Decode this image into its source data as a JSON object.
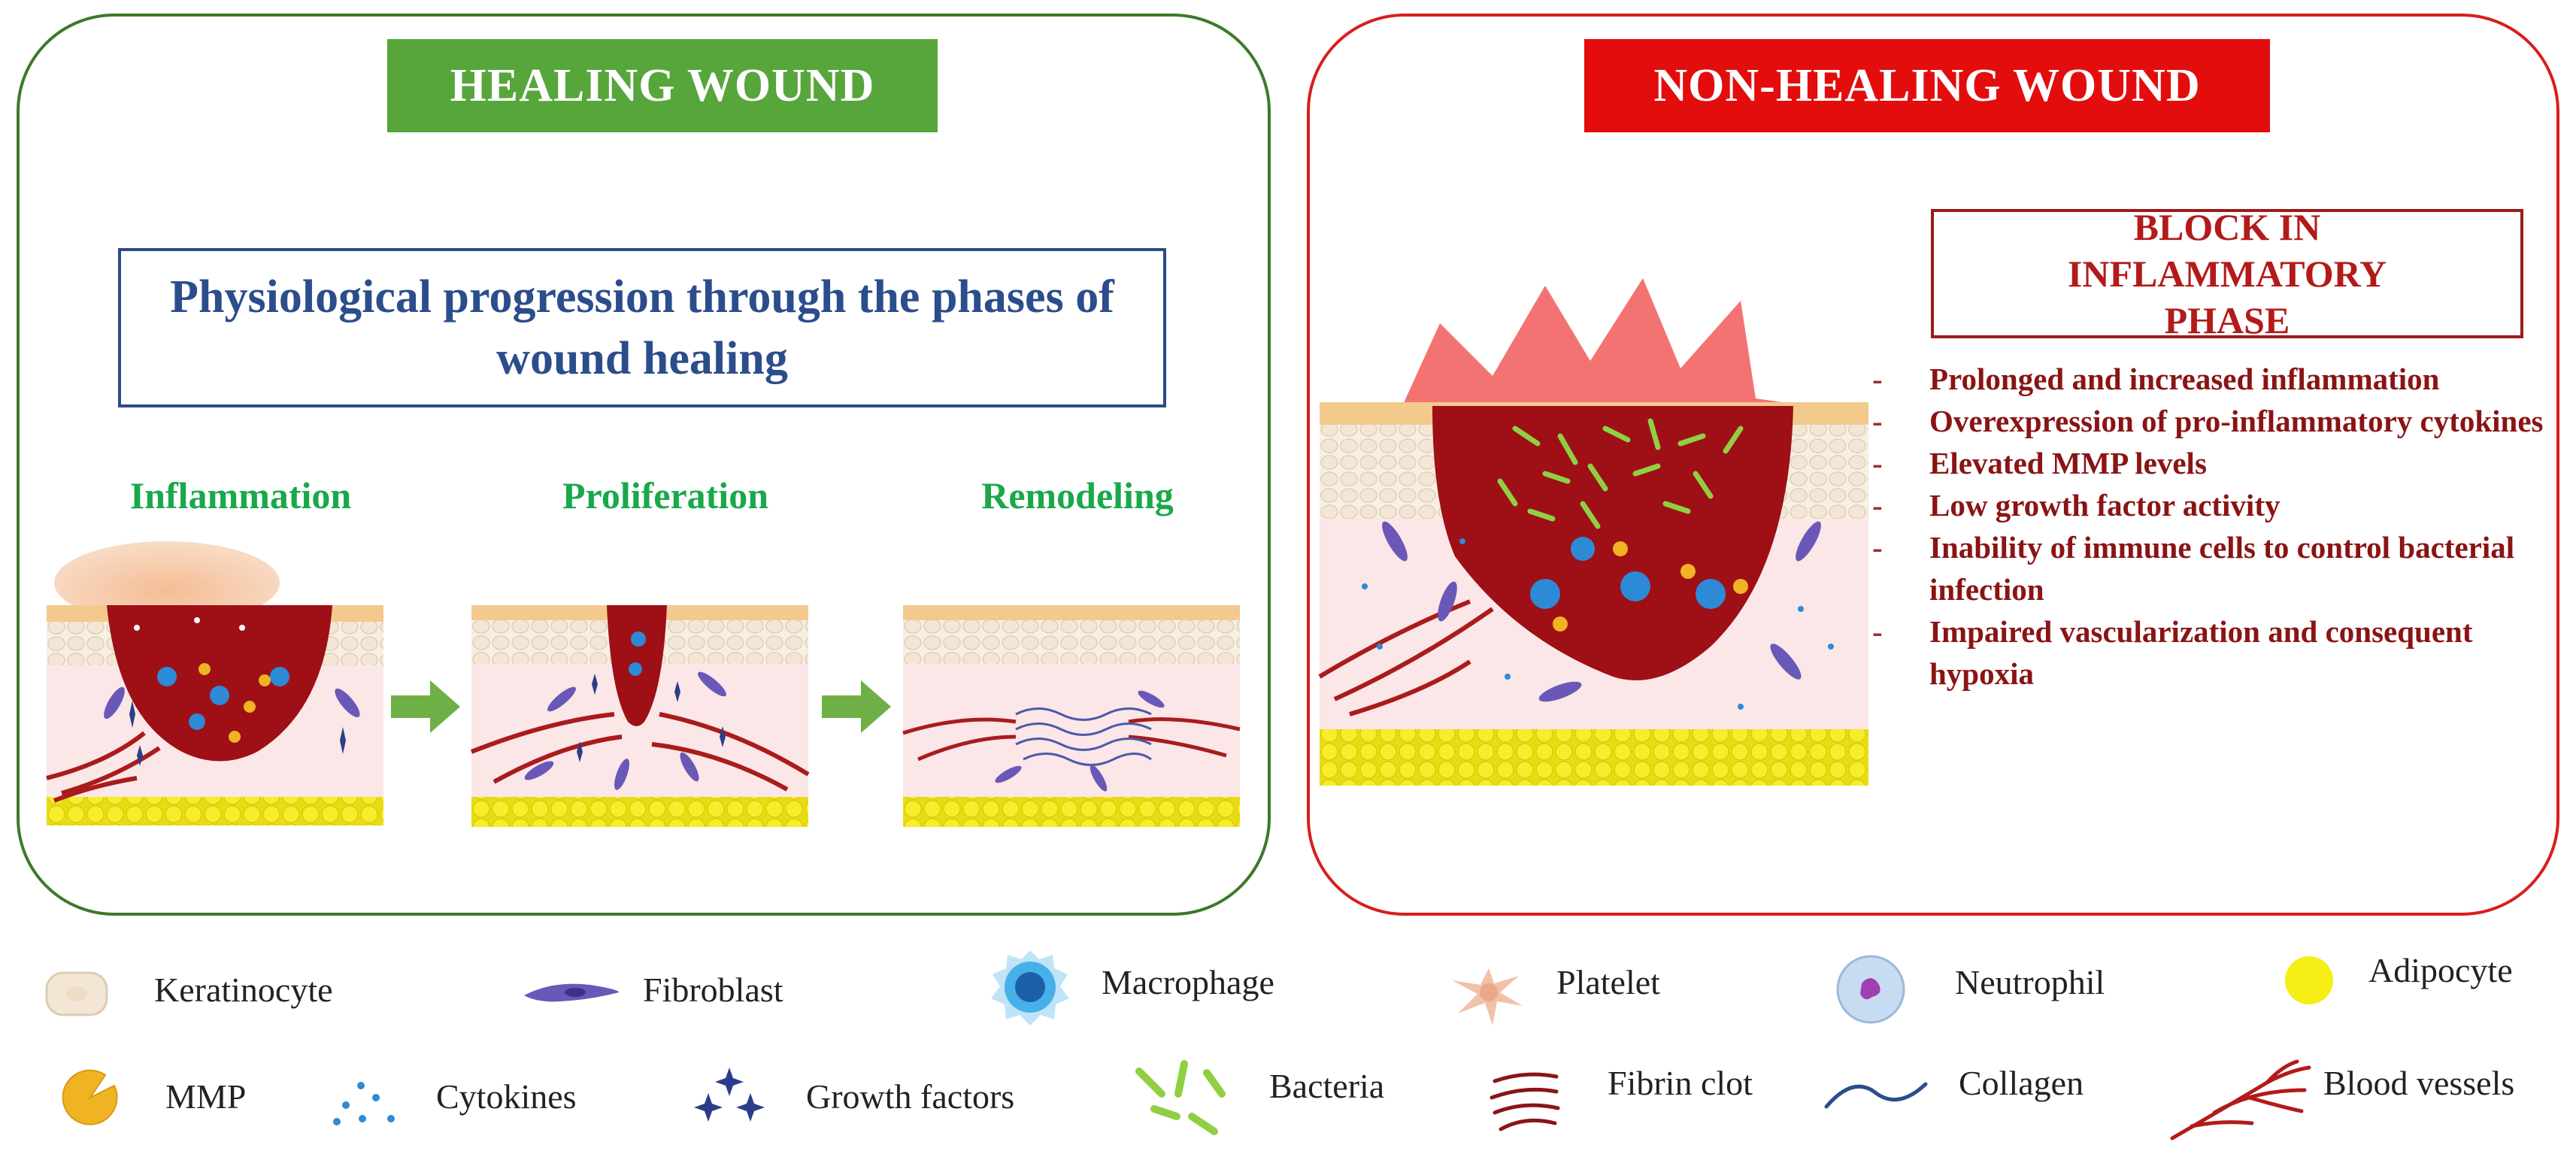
{
  "healing": {
    "banner": "HEALING WOUND",
    "progression_title": "Physiological progression through the phases of wound healing",
    "phases": [
      "Inflammation",
      "Proliferation",
      "Remodeling"
    ]
  },
  "nonhealing": {
    "banner": "NON-HEALING WOUND",
    "block_title": "BLOCK IN INFLAMMATORY PHASE",
    "features": [
      "Prolonged and increased inflammation",
      "Overexpression of pro-inflammatory cytokines",
      "Elevated  MMP levels",
      "Low growth factor activity",
      "Inability of immune cells to control bacterial infection",
      "Impaired vascularization and consequent hypoxia"
    ]
  },
  "legend": {
    "keratinocyte": "Keratinocyte",
    "fibroblast": "Fibroblast",
    "macrophage": "Macrophage",
    "platelet": "Platelet",
    "neutrophil": "Neutrophil",
    "adipocyte": "Adipocyte",
    "mmp": "MMP",
    "cytokines": "Cytokines",
    "growth_factors": "Growth factors",
    "bacteria": "Bacteria",
    "fibrin_clot": "Fibrin clot",
    "collagen": "Collagen",
    "blood_vessels": "Blood vessels"
  },
  "colors": {
    "healing_border": "#3b7a2a",
    "healing_banner": "#57a63b",
    "nonhealing_border": "#d81e1e",
    "nonhealing_banner": "#e30d0d",
    "phase_label": "#19a84a",
    "wound": "#9e0f16",
    "dermis": "#fbe6e8",
    "adipose": "#f2e71a"
  }
}
